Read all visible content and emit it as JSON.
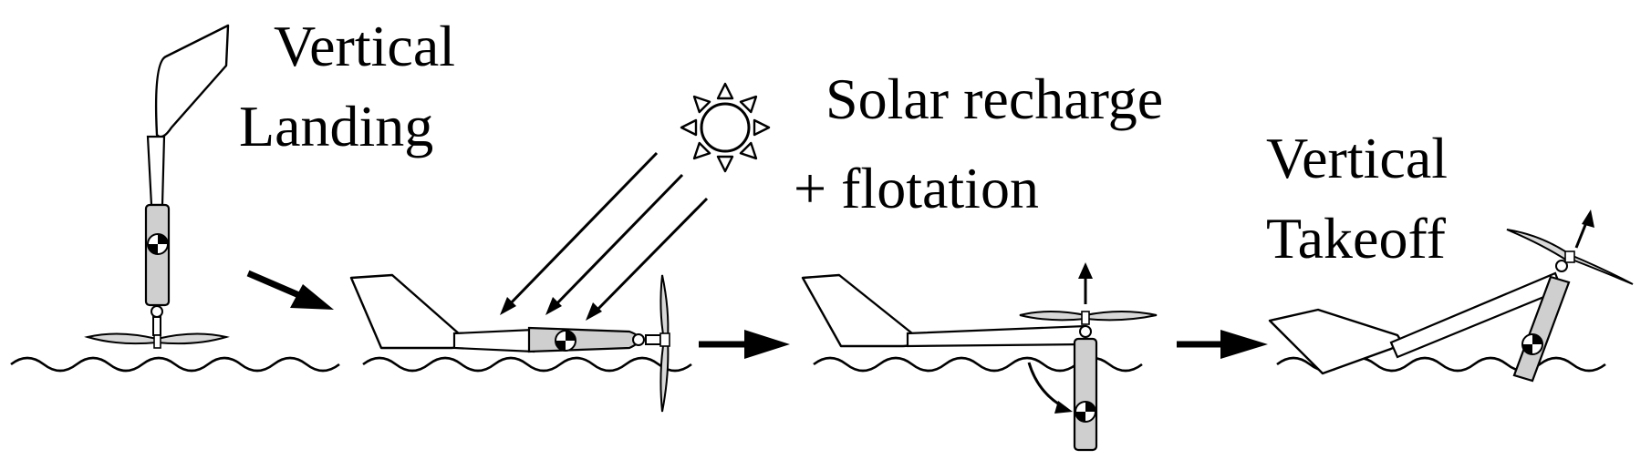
{
  "labels": {
    "vertical_landing_line1": "Vertical",
    "vertical_landing_line2": "Landing",
    "solar_line1": "Solar recharge",
    "solar_line2": "+ flotation",
    "vertical_takeoff_line1": "Vertical",
    "vertical_takeoff_line2": "Takeoff"
  },
  "icons": {
    "sun": "sun-icon",
    "cg_marker": "center-of-gravity-icon",
    "flow_arrow": "right-arrow-icon"
  },
  "colors": {
    "ink": "#000000",
    "pod_fill": "#cfcfcf",
    "background": "#ffffff"
  }
}
